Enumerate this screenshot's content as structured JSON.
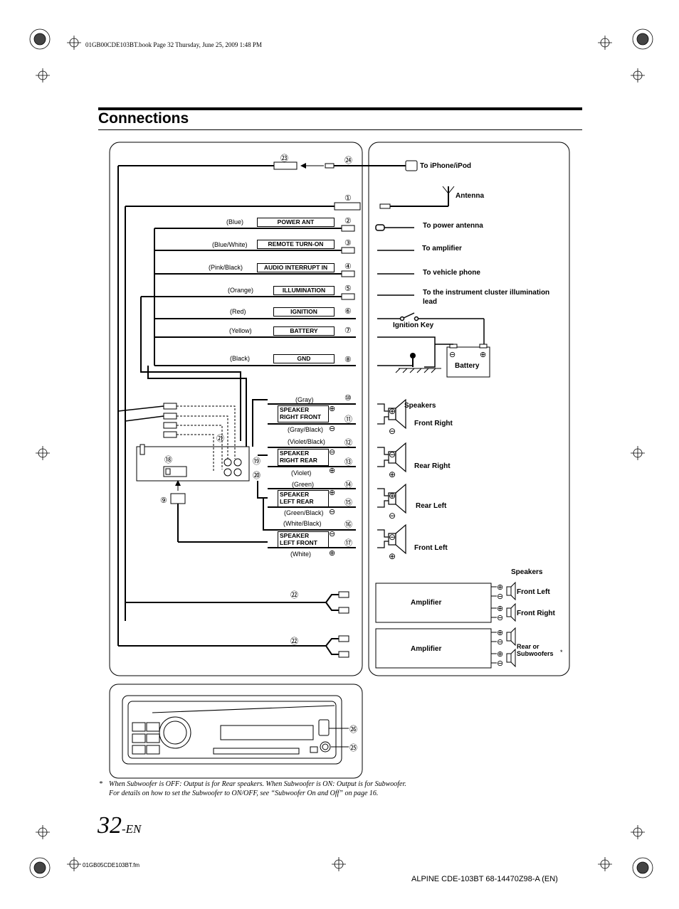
{
  "header": {
    "book_info": "01GB00CDE103BT.book  Page 32  Thursday, June 25, 2009  1:48 PM"
  },
  "title": "Connections",
  "wires": [
    {
      "num": "②",
      "color": "(Blue)",
      "label": "POWER ANT",
      "dest": "To power antenna"
    },
    {
      "num": "③",
      "color": "(Blue/White)",
      "label": "REMOTE TURN-ON",
      "dest": "To amplifier"
    },
    {
      "num": "④",
      "color": "(Pink/Black)",
      "label": "AUDIO INTERRUPT IN",
      "dest": "To vehicle phone"
    },
    {
      "num": "⑤",
      "color": "(Orange)",
      "label": "ILLUMINATION",
      "dest": "To the instrument cluster illumination lead"
    },
    {
      "num": "⑥",
      "color": "(Red)",
      "label": "IGNITION"
    },
    {
      "num": "⑦",
      "color": "(Yellow)",
      "label": "BATTERY"
    },
    {
      "num": "⑧",
      "color": "(Black)",
      "label": "GND"
    }
  ],
  "top": {
    "num23": "㉓",
    "num24": "㉔",
    "iphone": "To iPhone/iPod",
    "num1": "①",
    "antenna": "Antenna"
  },
  "ignition_key": "Ignition Key",
  "battery": "Battery",
  "speaker_wires": [
    {
      "label1": "SPEAKER",
      "label2": "RIGHT FRONT",
      "c1": "(Gray)",
      "n1": "⑩",
      "c2": "(Gray/Black)",
      "n2": "⑪",
      "s1": "⊕",
      "s2": "⊖"
    },
    {
      "label1": "SPEAKER",
      "label2": "RIGHT REAR",
      "c1": "(Violet/Black)",
      "n1": "⑫",
      "c2": "(Violet)",
      "n2": "⑬",
      "s1": "⊖",
      "s2": "⊕"
    },
    {
      "label1": "SPEAKER",
      "label2": "LEFT REAR",
      "c1": "(Green)",
      "n1": "⑭",
      "c2": "(Green/Black)",
      "n2": "⑮",
      "s1": "⊕",
      "s2": "⊖"
    },
    {
      "label1": "SPEAKER",
      "label2": "LEFT FRONT",
      "c1": "(White/Black)",
      "n1": "⑯",
      "c2": "(White)",
      "n2": "⑰",
      "s1": "⊖",
      "s2": "⊕"
    }
  ],
  "speakers": {
    "heading": "Speakers",
    "front_right": "Front Right",
    "rear_right": "Rear Right",
    "rear_left": "Rear Left",
    "front_left": "Front Left"
  },
  "unit_nums": {
    "n9": "⑨",
    "n18": "⑱",
    "n19": "⑲",
    "n20": "⑳",
    "n21": "㉑",
    "n22": "㉒"
  },
  "amps": {
    "heading": "Speakers",
    "amp": "Amplifier",
    "front_left": "Front Left",
    "front_right": "Front Right",
    "rear1": "Rear or",
    "rear2": "Subwoofers",
    "asterisk": "*"
  },
  "faceplate": {
    "n25": "㉕",
    "n26": "㉖"
  },
  "footnote": {
    "mark": "*",
    "line1": "When Subwoofer is OFF: Output is for Rear speakers. When Subwoofer is ON: Output is for Subwoofer.",
    "line2": "For details on how to set the Subwoofer to ON/OFF, see “Subwoofer On and Off” on page 16."
  },
  "page": {
    "number": "32",
    "suffix": "-EN"
  },
  "footer": {
    "left": "01GB05CDE103BT.fm",
    "right": "ALPINE CDE-103BT 68-14470Z98-A (EN)"
  }
}
